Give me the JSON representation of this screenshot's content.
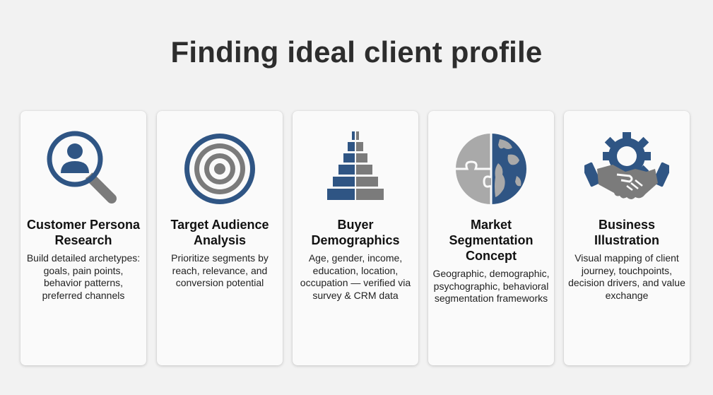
{
  "page": {
    "title": "Finding ideal client profile"
  },
  "colors": {
    "navy": "#2f5584",
    "gray": "#7b7b7b",
    "light_gray": "#a9a9a9",
    "card_bg": "#fafafa",
    "page_bg": "#f2f2f2"
  },
  "cards": [
    {
      "icon": "magnifier-person-icon",
      "title": "Customer Persona Research",
      "description": "Build detailed archetypes: goals, pain points, behavior patterns, preferred channels"
    },
    {
      "icon": "target-icon",
      "title": "Target Audience Analysis",
      "description": "Prioritize segments by reach, relevance, and conversion potential"
    },
    {
      "icon": "pyramid-icon",
      "title": "Buyer Demographics",
      "description": "Age, gender, income, education, location, occupation — verified via survey & CRM data"
    },
    {
      "icon": "puzzle-globe-icon",
      "title": "Market Segmentation Concept",
      "description": "Geographic, demographic, psychographic, behavioral segmentation frameworks"
    },
    {
      "icon": "handshake-gear-icon",
      "title": "Business Illustration",
      "description": "Visual mapping of client journey, touchpoints, decision drivers, and value exchange"
    }
  ]
}
